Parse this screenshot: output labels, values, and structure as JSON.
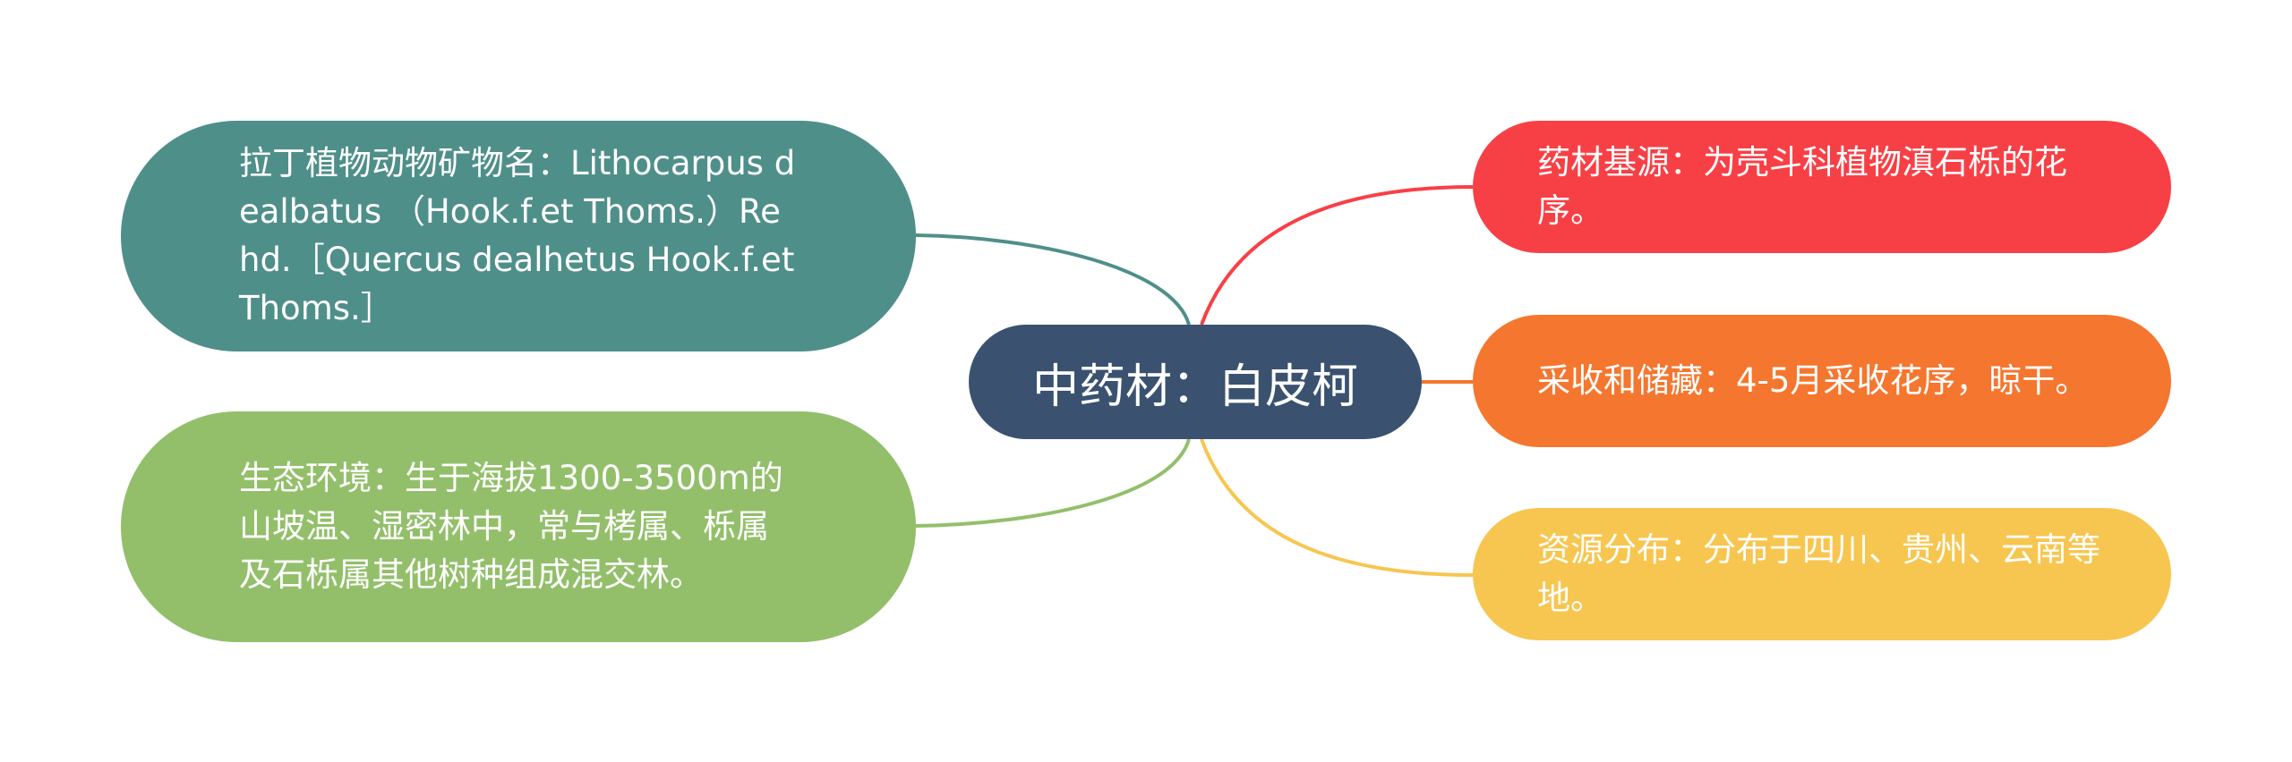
{
  "center": {
    "label": "中药材：白皮柯",
    "color": "#3a5270"
  },
  "branches": [
    {
      "id": "latin",
      "text": "拉丁植物动物矿物名：Lithocarpus dealbatus （Hook.f.et Thoms.）Rehd.［Quercus dealhetus Hook.f.et Thoms.］",
      "color": "#4f8f8a"
    },
    {
      "id": "habitat",
      "text": "生态环境：生于海拔1300-3500m的山坡温、湿密林中，常与栲属、栎属及石栎属其他树种组成混交林。",
      "color": "#93bf6b"
    },
    {
      "id": "origin",
      "text": "药材基源：为壳斗科植物滇石栎的花序。",
      "color": "#f74046"
    },
    {
      "id": "harvest",
      "text": "采收和储藏：4-5月采收花序，晾干。",
      "color": "#f5762f"
    },
    {
      "id": "resource",
      "text": "资源分布：分布于四川、贵州、云南等地。",
      "color": "#f7c650"
    }
  ]
}
